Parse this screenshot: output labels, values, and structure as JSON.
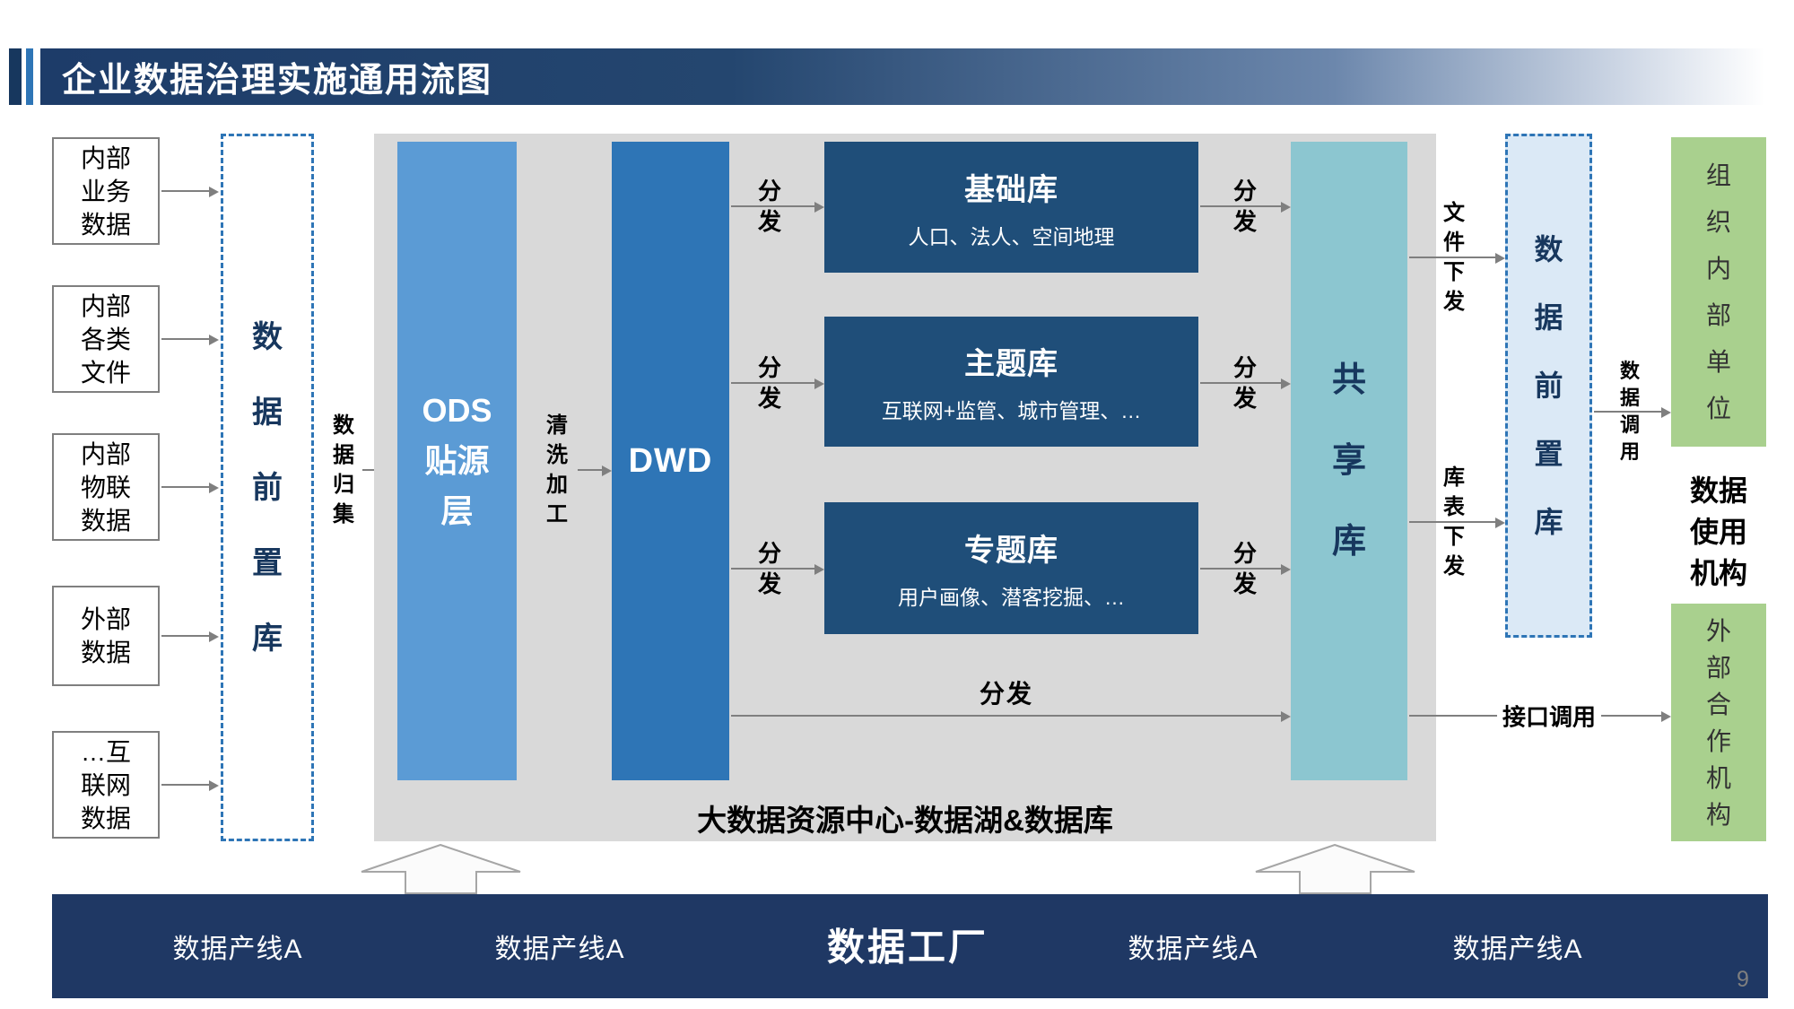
{
  "slide": {
    "title": "企业数据治理实施通用流图",
    "page_number": "9"
  },
  "sources": {
    "items": [
      {
        "label": "内部\n业务\n数据"
      },
      {
        "label": "内部\n各类\n文件"
      },
      {
        "label": "内部\n物联\n数据"
      },
      {
        "label": "外部\n数据"
      },
      {
        "label": "…互\n联网\n数据"
      }
    ]
  },
  "staging_left": {
    "label": "数\n据\n前\n置\n库"
  },
  "flow_labels": {
    "collect": "数\n据\n归\n集",
    "clean": "清\n洗\n加\n工",
    "distribute_v": "分\n发",
    "distribute_h": "分发",
    "file_down": "文\n件\n下\n发",
    "table_down": "库\n表\n下\n发",
    "data_call": "数\n据\n调\n用",
    "api_call": "接口调用"
  },
  "datacenter": {
    "caption": "大数据资源中心-数据湖&数据库",
    "ods": "ODS\n贴源\n层",
    "dwd": "DWD",
    "share": "共\n享\n库",
    "libraries": [
      {
        "title": "基础库",
        "subtitle": "人口、法人、空间地理"
      },
      {
        "title": "主题库",
        "subtitle": "互联网+监管、城市管理、…"
      },
      {
        "title": "专题库",
        "subtitle": "用户画像、潜客挖掘、…"
      }
    ]
  },
  "staging_right": {
    "label": "数\n据\n前\n置\n库"
  },
  "consumers": {
    "internal": "组\n织\n内\n部\n单\n位",
    "middle": "数据\n使用\n机构",
    "external": "外\n部\n合\n作\n机\n构"
  },
  "factory": {
    "items": [
      "数据产线A",
      "数据产线A",
      "数据工厂",
      "数据产线A",
      "数据产线A"
    ]
  },
  "colors": {
    "title_bar_start": "#1d3c69",
    "ods": "#5b9bd5",
    "dwd": "#2e75b6",
    "library": "#1f4e79",
    "share": "#8cc6d0",
    "staging_border": "#2e75b6",
    "staging_fill": "#dbe9f6",
    "consumer_green": "#a9d08e",
    "factory_bar": "#1f3864",
    "container_gray": "#d9d9d9"
  }
}
